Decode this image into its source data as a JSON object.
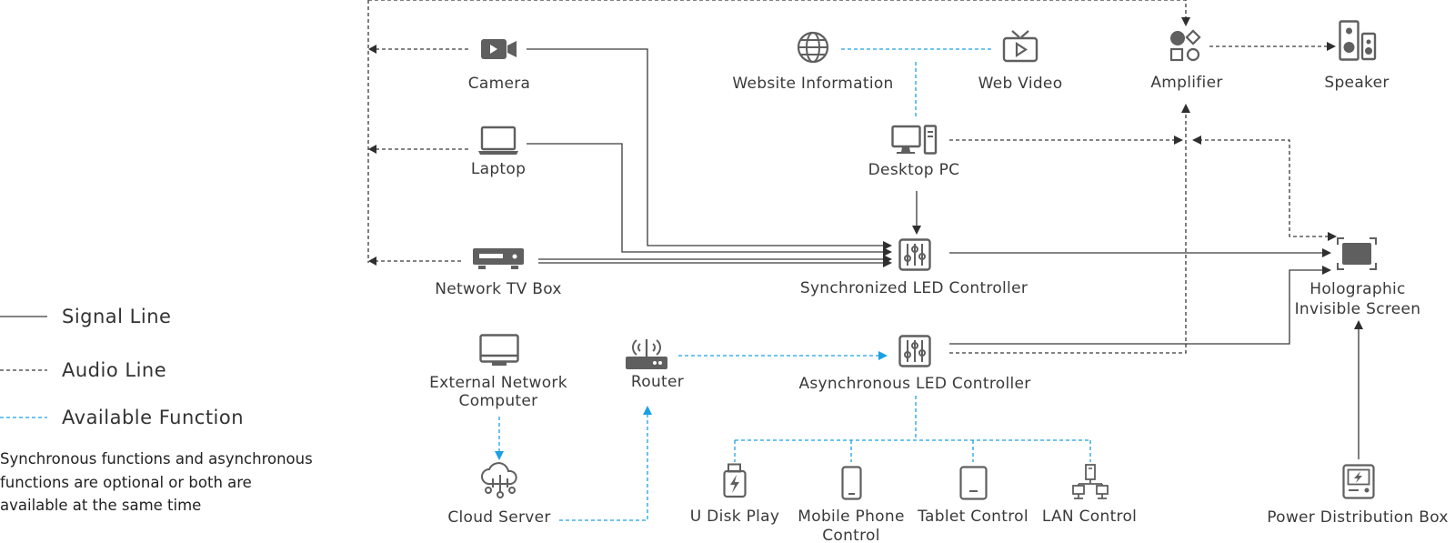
{
  "nodes": {
    "camera": "Camera",
    "laptop": "Laptop",
    "network_tv_box": "Network TV Box",
    "website_information": "Website Information",
    "web_video": "Web Video",
    "desktop_pc": "Desktop PC",
    "amplifier": "Amplifier",
    "speaker": "Speaker",
    "sync_controller": "Synchronized LED Controller",
    "holographic_1": "Holographic",
    "holographic_2": "Invisible Screen",
    "external_computer_1": "External Network",
    "external_computer_2": "Computer",
    "router": "Router",
    "async_controller": "Asynchronous LED Controller",
    "cloud_server": "Cloud Server",
    "u_disk_play": "U Disk Play",
    "mobile_phone_1": "Mobile Phone",
    "mobile_phone_2": "Control",
    "tablet_control": "Tablet Control",
    "lan_control": "LAN Control",
    "power_box": "Power Distribution Box"
  },
  "legend": {
    "signal_line": "Signal Line",
    "audio_line": "Audio Line",
    "available_function": "Available Function"
  },
  "note": {
    "line1": "Synchronous functions and asynchronous",
    "line2": "functions are optional or both are",
    "line3": "available at the same time"
  },
  "colors": {
    "signal": "#3a3a3a",
    "function": "#1aa1e3",
    "icon": "#5f5f5f"
  }
}
